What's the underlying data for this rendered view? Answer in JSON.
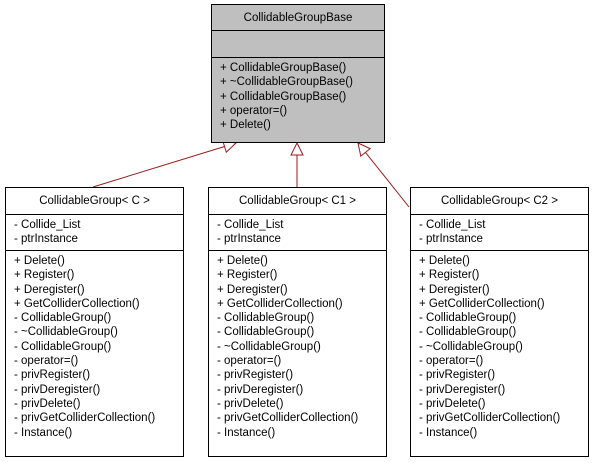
{
  "base": {
    "name": "CollidableGroupBase",
    "attributes": [],
    "operations": [
      "+ CollidableGroupBase()",
      "+ ~CollidableGroupBase()",
      "+ CollidableGroupBase()",
      "+ operator=()",
      "+ Delete()"
    ]
  },
  "derived": [
    {
      "name": "CollidableGroup< C >",
      "attributes": [
        "- Collide_List",
        "- ptrInstance"
      ],
      "operations": [
        "+ Delete()",
        "+ Register()",
        "+ Deregister()",
        "+ GetColliderCollection()",
        "- CollidableGroup()",
        "- ~CollidableGroup()",
        "- CollidableGroup()",
        "- operator=()",
        "- privRegister()",
        "- privDeregister()",
        "- privDelete()",
        "- privGetColliderCollection()",
        "- Instance()"
      ]
    },
    {
      "name": "CollidableGroup< C1 >",
      "attributes": [
        "- Collide_List",
        "- ptrInstance"
      ],
      "operations": [
        "+ Delete()",
        "+ Register()",
        "+ Deregister()",
        "+ GetColliderCollection()",
        "- CollidableGroup()",
        "- CollidableGroup()",
        "- ~CollidableGroup()",
        "- operator=()",
        "- privRegister()",
        "- privDeregister()",
        "- privDelete()",
        "- privGetColliderCollection()",
        "- Instance()"
      ]
    },
    {
      "name": "CollidableGroup< C2 >",
      "attributes": [
        "- Collide_List",
        "- ptrInstance"
      ],
      "operations": [
        "+ Delete()",
        "+ Register()",
        "+ Deregister()",
        "+ GetColliderCollection()",
        "- CollidableGroup()",
        "- CollidableGroup()",
        "- ~CollidableGroup()",
        "- operator=()",
        "- privRegister()",
        "- privDeregister()",
        "- privDelete()",
        "- privGetColliderCollection()",
        "- Instance()"
      ]
    }
  ],
  "colors": {
    "edge": "#9a1b1b",
    "base_fill": "#bfbfbf"
  }
}
